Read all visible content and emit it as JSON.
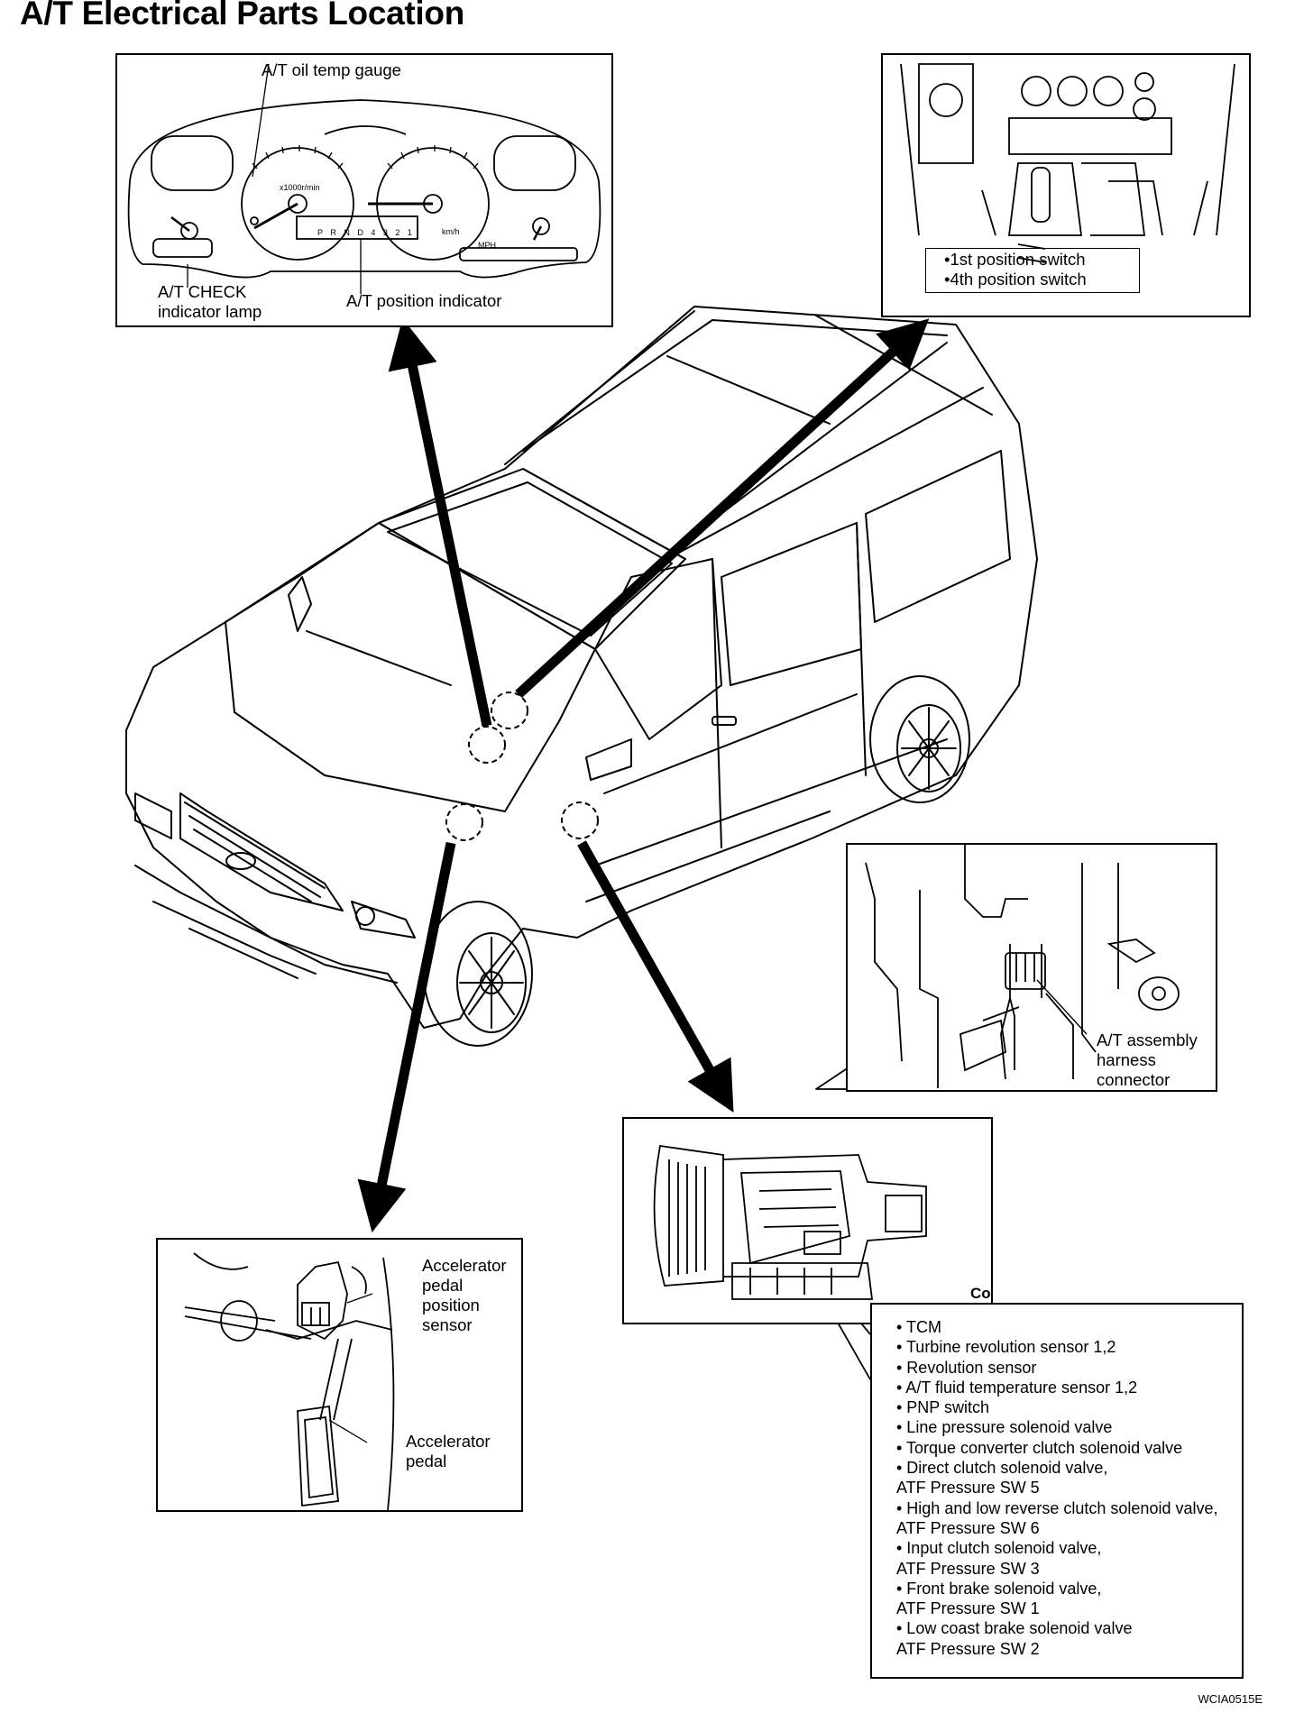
{
  "title": "A/T Electrical Parts Location",
  "figure_code": "WCIA0515E",
  "cluster": {
    "oil_temp_gauge": "A/T oil temp gauge",
    "check_lamp_line1": "A/T CHECK",
    "check_lamp_line2": "indicator lamp",
    "position_indicator": "A/T position indicator",
    "indicator_text": "P R N D 4 3 2 1",
    "rpm_unit": "x1000r/min",
    "speed_unit": "MPH",
    "kmh_unit": "km/h"
  },
  "console": {
    "switch_1": "•1st position switch",
    "switch_2": "•4th position switch"
  },
  "connector": {
    "line1": "A/T assembly",
    "line2": "harness",
    "line3": "connector"
  },
  "pedal": {
    "sensor_line1": "Accelerator",
    "sensor_line2": "pedal",
    "sensor_line3": "position",
    "sensor_line4": "sensor",
    "pedal_line1": "Accelerator",
    "pedal_line2": "pedal"
  },
  "control_valve": {
    "caption": "Control valve with TCM",
    "items": [
      "• TCM",
      "• Turbine revolution sensor 1,2",
      "• Revolution sensor",
      "• A/T fluid temperature sensor 1,2",
      "• PNP switch",
      "• Line pressure solenoid valve",
      "• Torque converter clutch solenoid valve",
      "• Direct clutch solenoid valve,",
      "   ATF Pressure SW 5",
      "• High and low reverse clutch solenoid valve,",
      "   ATF Pressure SW 6",
      "• Input clutch solenoid valve,",
      "   ATF Pressure SW 3",
      "• Front brake solenoid valve,",
      "   ATF Pressure SW 1",
      "• Low coast brake solenoid valve",
      "   ATF Pressure SW 2"
    ]
  }
}
